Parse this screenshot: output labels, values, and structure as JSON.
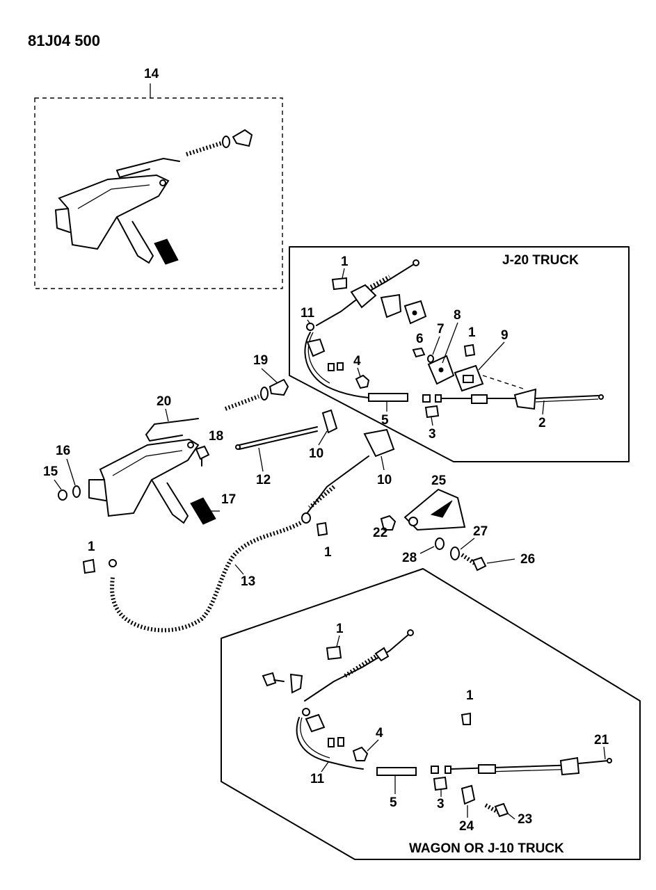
{
  "figure_id": "81J04 500",
  "boxes": {
    "j20": "J-20 TRUCK",
    "wagon": "WAGON OR J-10 TRUCK"
  },
  "callouts": {
    "c14": "14",
    "j20_1a": "1",
    "j20_11": "11",
    "j20_6": "6",
    "j20_7": "7",
    "j20_8": "8",
    "j20_1b": "1",
    "j20_9": "9",
    "j20_4": "4",
    "j20_5": "5",
    "j20_3": "3",
    "j20_2": "2",
    "c19": "19",
    "c20": "20",
    "c18": "18",
    "c16": "16",
    "c15": "15",
    "c12": "12",
    "c10a": "10",
    "c10b": "10",
    "c17": "17",
    "c25": "25",
    "c22": "22",
    "c1a": "1",
    "c27": "27",
    "c28": "28",
    "c26": "26",
    "c1b": "1",
    "c13": "13",
    "w_1a": "1",
    "w_1b": "1",
    "w_4": "4",
    "w_21": "21",
    "w_11": "11",
    "w_5": "5",
    "w_3": "3",
    "w_24": "24",
    "w_23": "23"
  }
}
